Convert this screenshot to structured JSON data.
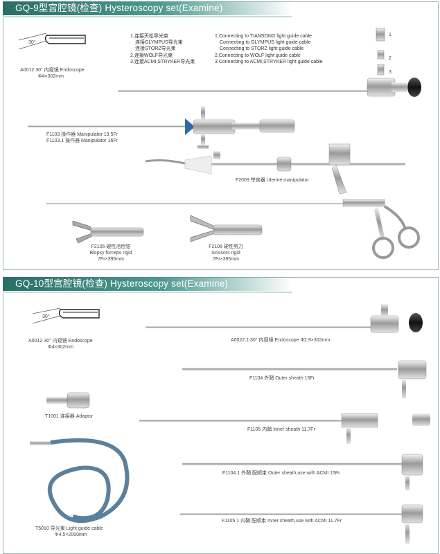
{
  "gq9": {
    "title": "GQ-9型宫腔镜(检查) Hysteroscopy set(Examine)",
    "angle": "30°",
    "endoscope": {
      "code": "A0012",
      "name": "30° 内窥镜 Endoscope",
      "size": "Φ4×302mm"
    },
    "cable_cn": [
      "1.连接天松导光束",
      "连接OLYMPUS导光束",
      "连接STORZ导光束",
      "2.连接WOLF导光束",
      "3.连接ACMI STRYKER导光束"
    ],
    "cable_en": [
      "1.Connecting to TIANSONG light guide cable",
      "Connecting to OLYMPUS light guide cable",
      "Connecting to STORZ light guide cable",
      "2.Connecting to WOLF light guide cable",
      "3.Connecting to ACMI,STRYKER light guide cable"
    ],
    "adapter_numbers": [
      "1",
      "2",
      "3"
    ],
    "manipulator": [
      "F1103  操作器 Manipulator 19.5Fr",
      "F1103.1 操作器 Manipulator 16Fr"
    ],
    "uterine": "F2009 举宫器 Uterine manipulator",
    "biopsy": [
      "F2105 硬性活检钳",
      "Biopsy forceps rigid",
      "7Fr×395mm"
    ],
    "scissors": [
      "F2106 硬性剪刀",
      "Scissors rigid",
      "7Fr×395mm"
    ]
  },
  "gq10": {
    "title": "GQ-10型宫腔镜(检查) Hysteroscopy set(Examine)",
    "angle": "30°",
    "endoscope": {
      "code": "A0012",
      "name": "30° 内窥镜 Endoscope",
      "size": "Φ4×302mm"
    },
    "endoscope2": "A0022.1 30° 内窥镜 Endoscope Φ2.9×302mm",
    "outer": "F1104 外鞘 Outer sheath 15Fr",
    "adaptor": "T1001 连接器 Adaptor",
    "inner": "F1105 内鞘 Inner sheath 11.7Fr",
    "outer_acmi": "F1104.1 外鞘 配顺束 Outer sheath,use with ACMI 15Fr",
    "light_cable": [
      "T5010 导光束 Light guide cable",
      "Φ4.5×2000mm"
    ],
    "inner_acmi": "F1105.1 内鞘 配顺束 Inner sheath,use with ACMI 11.7Fr"
  },
  "colors": {
    "header": "#2a6e66",
    "border": "#9fb8b4",
    "cable": "#5c7f9c"
  }
}
